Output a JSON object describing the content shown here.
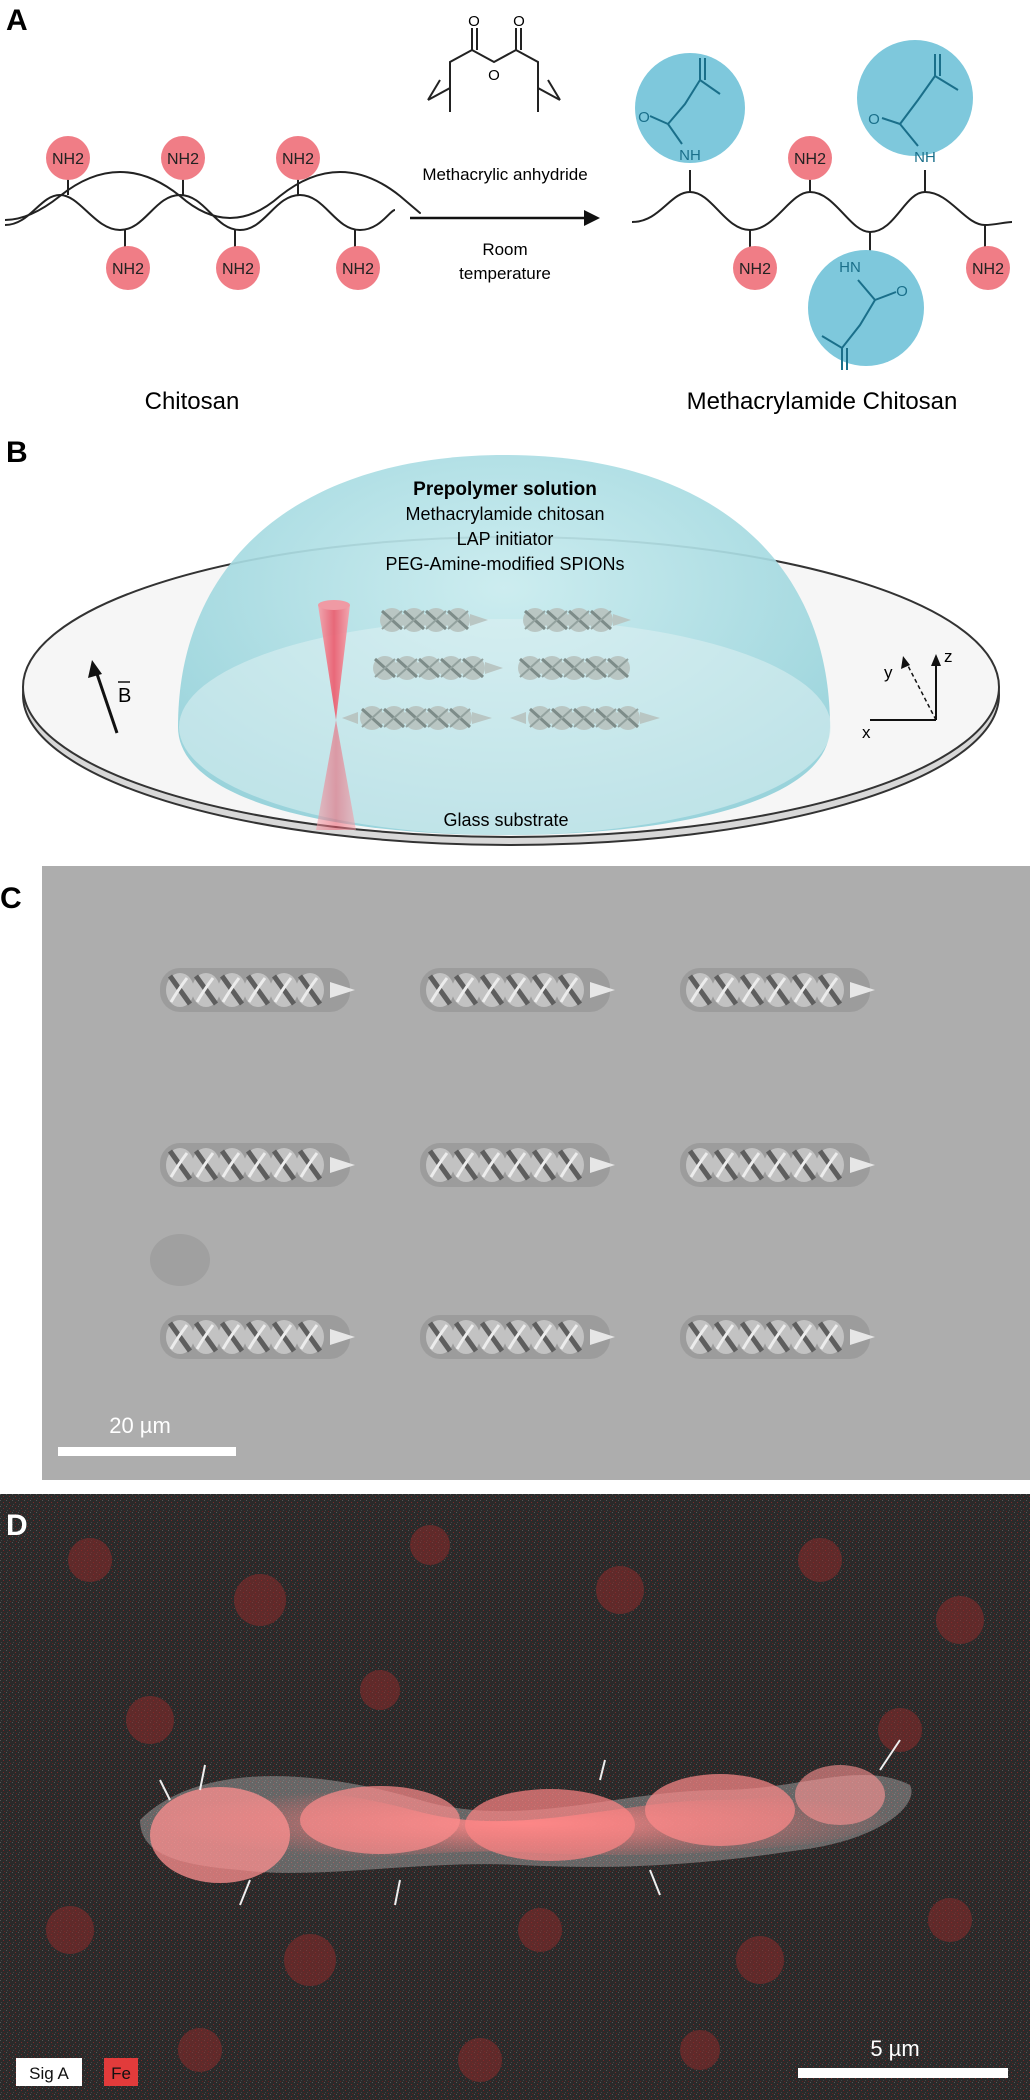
{
  "panels": {
    "a": {
      "letter": "A",
      "group_label": "NH2",
      "reagent": "Methacrylic anhydride",
      "condition_line1": "Room",
      "condition_line2": "temperature",
      "left_caption": "Chitosan",
      "right_caption": "Methacrylamide Chitosan",
      "amide_nh": "NH",
      "amide_hn": "HN",
      "carbonyl_o": "O",
      "anhydride_o": "O"
    },
    "b": {
      "letter": "B",
      "title": "Prepolymer solution",
      "line1": "Methacrylamide chitosan",
      "line2": "LAP initiator",
      "line3": "PEG-Amine-modified SPIONs",
      "field_label": "B",
      "substrate": "Glass substrate",
      "axis_x": "x",
      "axis_y": "y",
      "axis_z": "z"
    },
    "c": {
      "letter": "C",
      "scale": "20 µm"
    },
    "d": {
      "letter": "D",
      "scale": "5 µm",
      "legend_siga": "Sig A",
      "legend_fe": "Fe"
    }
  },
  "colors": {
    "amine_circle": "#f07d86",
    "amine_text": "#b3242f",
    "amide_circle": "#7ec8dc",
    "amide_text": "#1a6f8a",
    "dome": "#9fd6dd",
    "micrograph_bg": "#a9a9a9",
    "sem_bg": "#2b2b2b",
    "fe_red": "#ff7b7b"
  }
}
